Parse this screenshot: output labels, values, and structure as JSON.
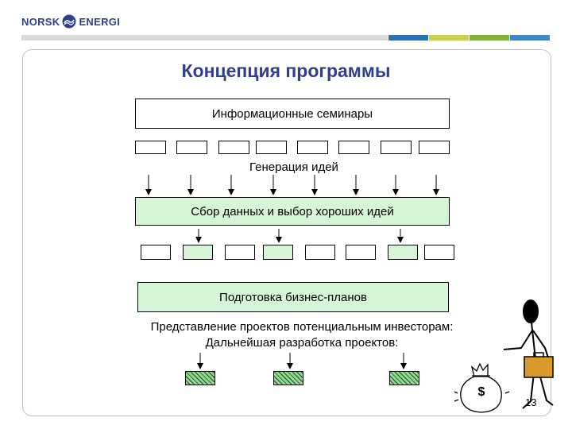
{
  "header": {
    "logo_left": "NORSK",
    "logo_right": "ENERGI",
    "bar_colors": [
      "#2e6fb5",
      "#c9cf4f",
      "#7fb33b",
      "#3f86c9"
    ]
  },
  "title": "Концепция программы",
  "steps": {
    "seminars": "Информационные семинары",
    "generation": "Генерация идей",
    "collection": "Сбор данных и выбор хороших идей",
    "business_plans": "Подготовка бизнес-планов",
    "presentation_line1": "Представление проектов потенциальным инвесторам:",
    "presentation_line2": "Дальнейшая разработка проектов:"
  },
  "money_bag_symbol": "$",
  "page_number": "13",
  "colors": {
    "title": "#2e3f8f",
    "box_green": "#d6f5d6",
    "hatch_green": "#8fd88f"
  }
}
